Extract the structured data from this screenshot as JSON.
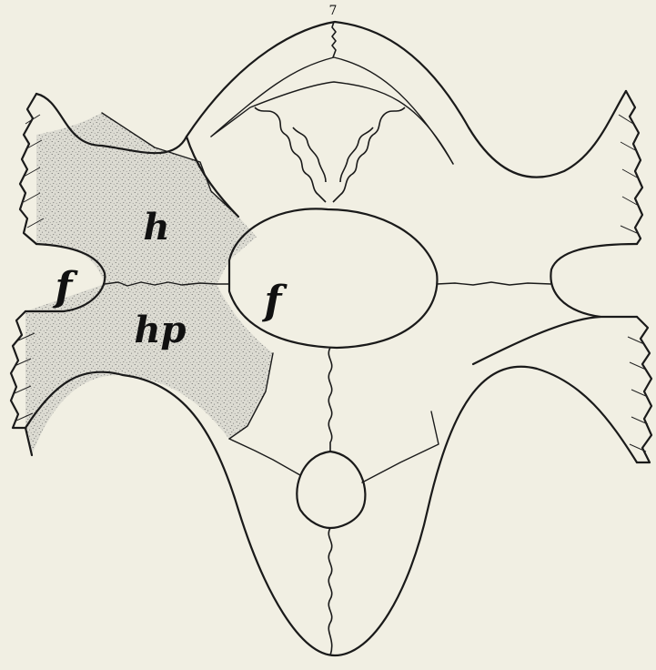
{
  "figure": {
    "number": "7",
    "labels": {
      "h": "h",
      "hp": "hp",
      "f_left": "f",
      "f_center": "f"
    }
  }
}
